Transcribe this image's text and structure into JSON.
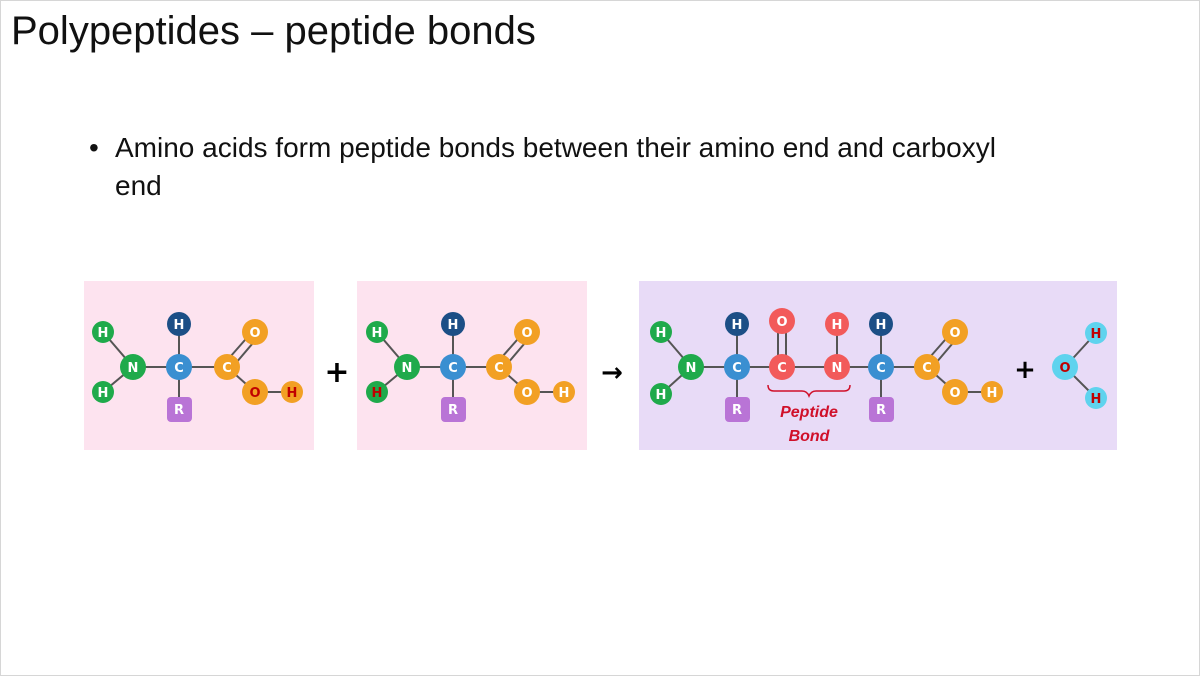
{
  "slide": {
    "title": "Polypeptides – peptide bonds",
    "bullets": [
      {
        "marker": "•",
        "text": "Amino acids form peptide bonds between their amino end and carboxyl end"
      }
    ]
  },
  "diagram": {
    "plus_symbol": "+",
    "arrow_symbol": "→",
    "peptide_bond_label_line1": "Peptide",
    "peptide_bond_label_line2": "Bond",
    "atom_labels": {
      "hydrogen": "H",
      "nitrogen": "N",
      "carbon": "C",
      "oxygen": "O",
      "r_group": "R"
    },
    "colors": {
      "amino_panel_bg": "#fde3ef",
      "product_panel_bg": "#e8dbf7",
      "nitrogen_green": "#1faa4b",
      "alpha_carbon_blue": "#3a8fd1",
      "top_hydrogen_navy": "#1c4f86",
      "carboxyl_orange": "#f2a024",
      "peptide_bond_red": "#f25a5a",
      "r_group_purple": "#b974d6",
      "water_cyan": "#5fd3ee",
      "highlight_h_text": "#c00000",
      "bond_label_red": "#d0102a"
    }
  }
}
